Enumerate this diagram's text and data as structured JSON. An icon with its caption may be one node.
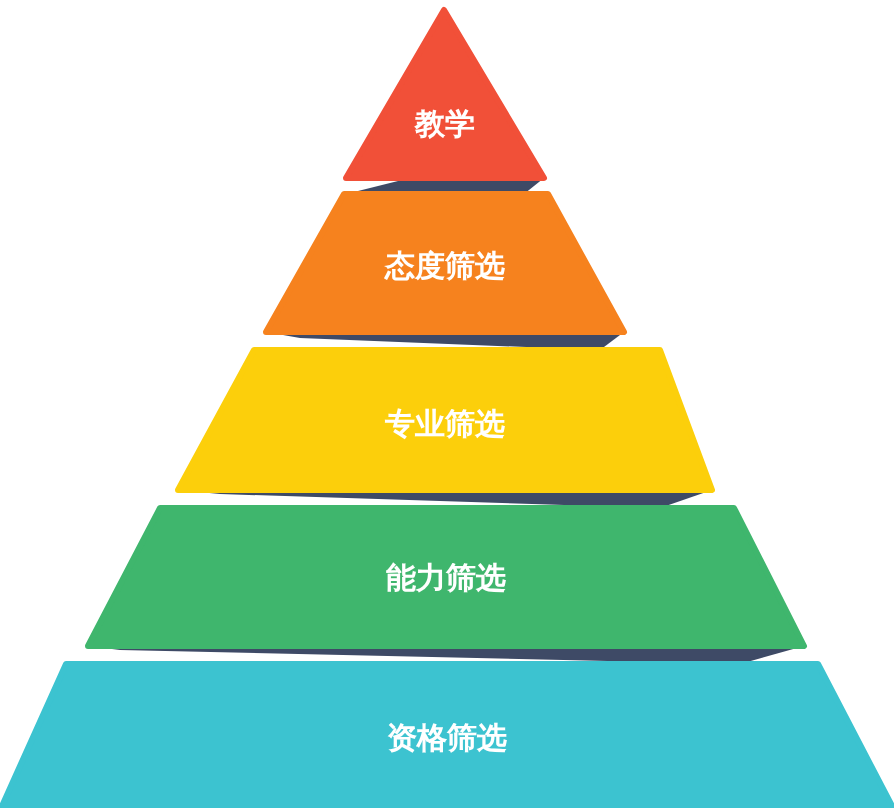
{
  "diagram": {
    "nodes": [
      {
        "text": [
          "教学"
        ]
      },
      {
        "text": [
          "态度筛选"
        ]
      },
      {
        "text": [
          "专业筛选"
        ]
      },
      {
        "text": [
          "能力筛选"
        ]
      },
      {
        "text": [
          "资格筛选"
        ]
      }
    ]
  }
}
